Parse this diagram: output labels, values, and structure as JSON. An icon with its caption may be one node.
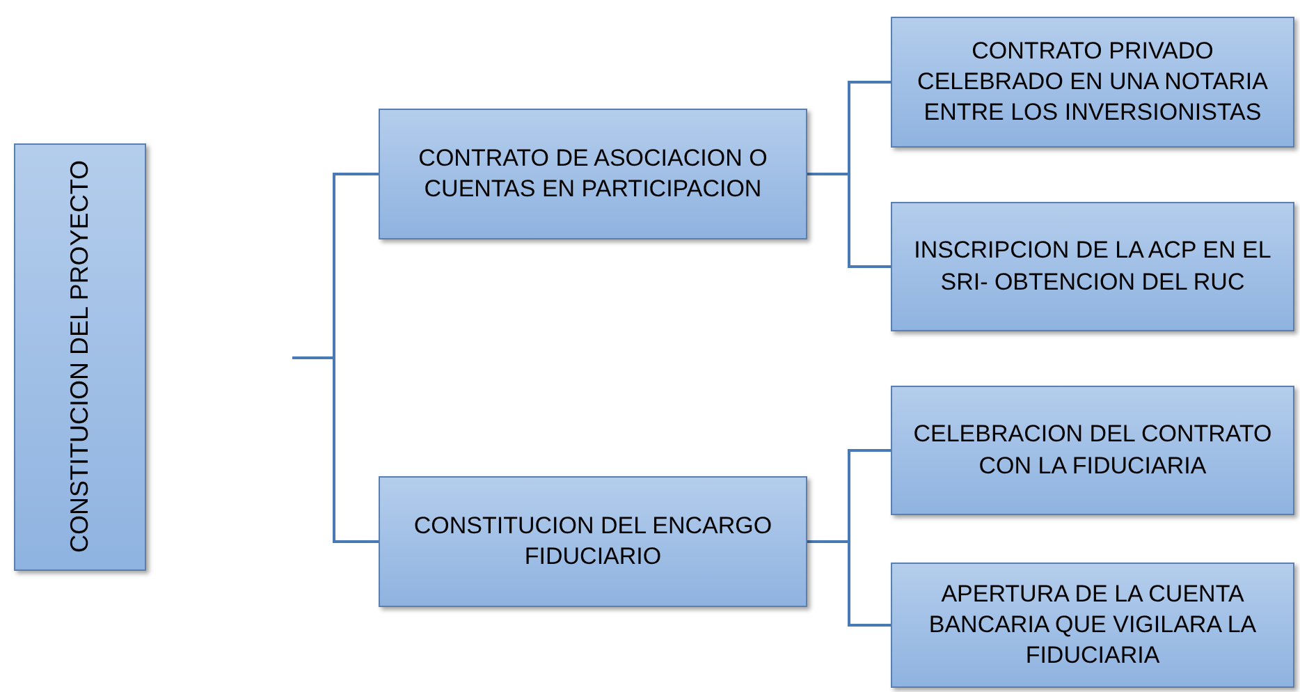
{
  "diagram": {
    "nodes": [
      {
        "text": [
          "CONSTITUCION DEL PROYECTO"
        ]
      },
      {
        "text": [
          "CONTRATO DE ASOCIACION O CUENTAS EN PARTICIPACION"
        ]
      },
      {
        "text": [
          "CONSTITUCION DEL ENCARGO FIDUCIARIO"
        ]
      },
      {
        "text": [
          "CONTRATO PRIVADO CELEBRADO EN UNA NOTARIA ENTRE LOS INVERSIONISTAS"
        ]
      },
      {
        "text": [
          "INSCRIPCION DE LA ACP EN EL SRI- OBTENCION DEL RUC"
        ]
      },
      {
        "text": [
          "CELEBRACION DEL CONTRATO CON LA FIDUCIARIA"
        ]
      },
      {
        "text": [
          "APERTURA DE LA CUENTA BANCARIA QUE VIGILARA LA FIDUCIARIA"
        ]
      }
    ],
    "edges": [
      {
        "from": null,
        "to": 1,
        "arrow": "none"
      },
      {
        "from": null,
        "to": 2,
        "arrow": "none"
      },
      {
        "from": 1,
        "to": 3,
        "arrow": "none"
      },
      {
        "from": 1,
        "to": 4,
        "arrow": "none"
      },
      {
        "from": 2,
        "to": 5,
        "arrow": "none"
      },
      {
        "from": 2,
        "to": 6,
        "arrow": "none"
      }
    ]
  }
}
